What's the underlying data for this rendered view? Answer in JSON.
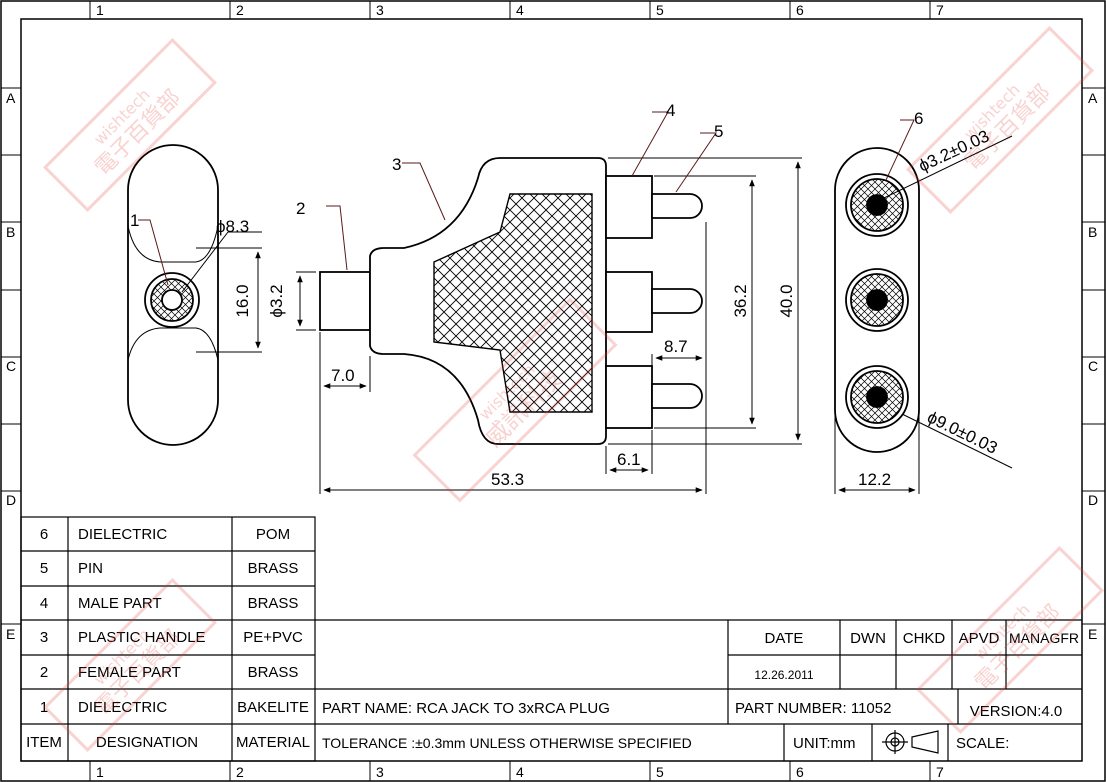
{
  "border": {
    "col_labels": [
      "1",
      "2",
      "3",
      "4",
      "5",
      "6",
      "7"
    ],
    "row_labels": [
      "A",
      "B",
      "C",
      "D",
      "E"
    ]
  },
  "callouts": [
    "1",
    "2",
    "3",
    "4",
    "5",
    "6"
  ],
  "dimensions": {
    "d_8_3": "ϕ8.3",
    "d_16_0": "16.0",
    "d_3_2": "ϕ3.2",
    "d_7_0": "7.0",
    "d_53_3": "53.3",
    "d_36_2": "36.2",
    "d_40_0": "40.0",
    "d_8_7": "8.7",
    "d_6_1": "6.1",
    "d_3_2_tol": "ϕ3.2±0.03",
    "d_9_0_tol": "ϕ9.0±0.03",
    "d_12_2": "12.2"
  },
  "bom": [
    {
      "item": "6",
      "designation": "DIELECTRIC",
      "material": "POM"
    },
    {
      "item": "5",
      "designation": "PIN",
      "material": "BRASS"
    },
    {
      "item": "4",
      "designation": "MALE PART",
      "material": "BRASS"
    },
    {
      "item": "3",
      "designation": "PLASTIC HANDLE",
      "material": "PE+PVC"
    },
    {
      "item": "2",
      "designation": "FEMALE PART",
      "material": "BRASS"
    },
    {
      "item": "1",
      "designation": "DIELECTRIC",
      "material": "BAKELITE"
    }
  ],
  "bom_header": {
    "item": "ITEM",
    "designation": "DESIGNATION",
    "material": "MATERIAL"
  },
  "title_block": {
    "date_label": "DATE",
    "dwn": "DWN",
    "chkd": "CHKD",
    "apvd": "APVD",
    "managfr": "MANAGFR",
    "date_value": "12.26.2011",
    "part_name": "PART  NAME: RCA JACK TO 3xRCA PLUG",
    "part_number": "PART  NUMBER: 11052",
    "version": "VERSION:4.0",
    "tolerance": "TOLERANCE  :±0.3mm  UNLESS  OTHERWISE  SPECIFIED",
    "unit": "UNIT:mm",
    "scale": "SCALE:"
  },
  "watermark": {
    "brand": "wishtech",
    "cn_top": "電子百貨部",
    "cn_side": "威訊科技"
  },
  "colors": {
    "line": "#000000",
    "callout": "#5a1a1a",
    "watermark": "#e0362f"
  }
}
